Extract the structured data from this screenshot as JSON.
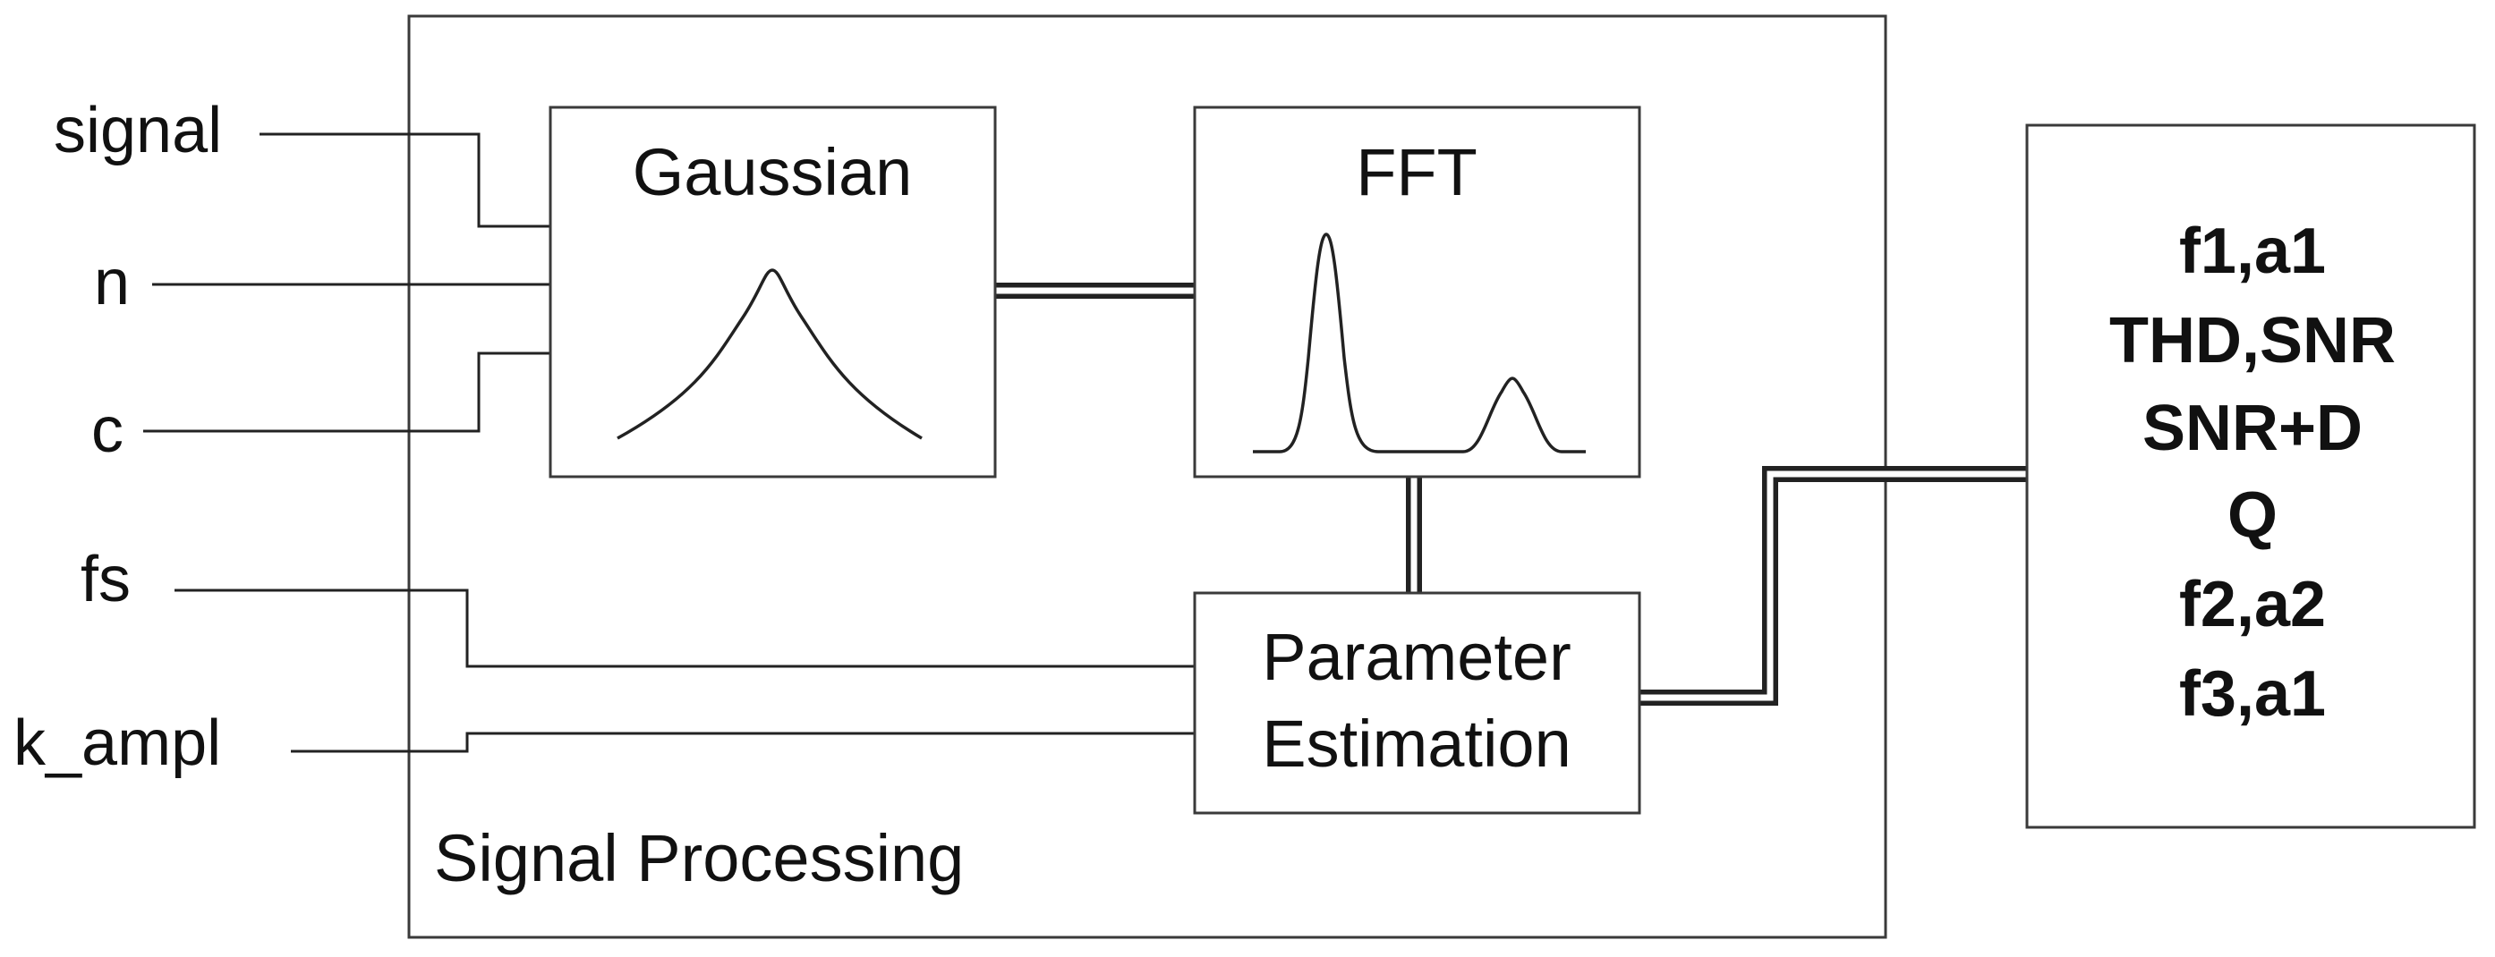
{
  "inputs": {
    "signal": "signal",
    "n": "n",
    "c": "c",
    "fs": "fs",
    "k_ampl": "k_ampl"
  },
  "container": {
    "label": "Signal Processing"
  },
  "blocks": {
    "gaussian": "Gaussian",
    "fft": "FFT",
    "parameter_estimation": [
      "Parameter",
      "Estimation"
    ]
  },
  "outputs": [
    "f1,a1",
    "THD,SNR",
    "SNR+D",
    "Q",
    "f2,a2",
    "f3,a1"
  ]
}
